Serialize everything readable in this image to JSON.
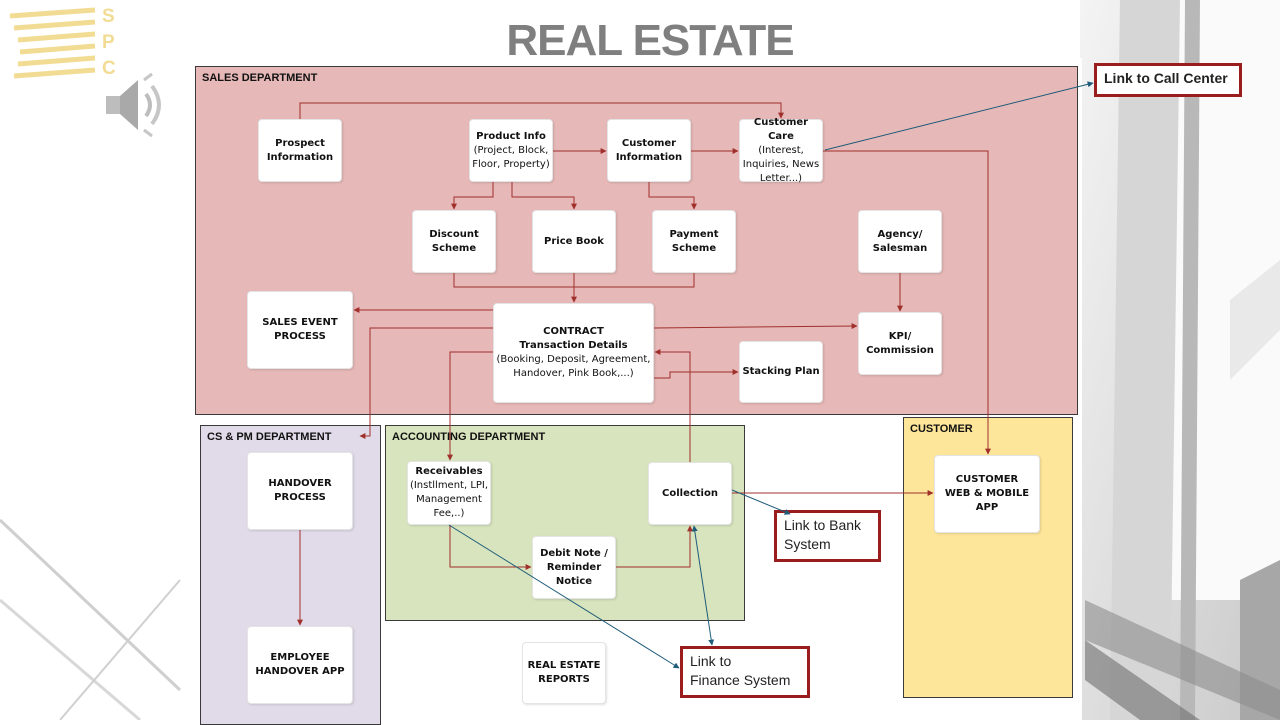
{
  "title": "REAL ESTATE",
  "logo": {
    "letters": [
      "S",
      "P",
      "C"
    ]
  },
  "colors": {
    "sales": "#e6b8b7",
    "cs_pm": "#e1dbe9",
    "accounting": "#d7e4bd",
    "customer": "#fde69a",
    "flow_arrow": "#a0302c",
    "link_arrow": "#1f5c7a",
    "external_border": "#9b1c1c"
  },
  "departments": {
    "sales": "SALES DEPARTMENT",
    "cs_pm": "CS & PM DEPARTMENT",
    "accounting": "ACCOUNTING DEPARTMENT",
    "customer": "CUSTOMER"
  },
  "nodes": {
    "prospect": {
      "title": [
        "Prospect",
        "Information"
      ]
    },
    "product": {
      "title": [
        "Product Info"
      ],
      "sub": [
        "(Project, Block,",
        "Floor, Property)"
      ]
    },
    "customer_info": {
      "title": [
        "Customer",
        "Information"
      ]
    },
    "customer_care": {
      "title": [
        "Customer Care"
      ],
      "sub": [
        "(Interest,",
        "Inquiries, News",
        "Letter...)"
      ]
    },
    "discount": {
      "title": [
        "Discount",
        "Scheme"
      ]
    },
    "price_book": {
      "title": [
        "Price Book"
      ]
    },
    "payment": {
      "title": [
        "Payment",
        "Scheme"
      ]
    },
    "agency": {
      "title": [
        "Agency/",
        "Salesman"
      ]
    },
    "sales_event": {
      "title": [
        "SALES EVENT",
        "PROCESS"
      ]
    },
    "contract": {
      "title": [
        "CONTRACT",
        "Transaction Details"
      ],
      "sub": [
        "(Booking, Deposit, Agreement,",
        "Handover, Pink Book,...)"
      ]
    },
    "stacking": {
      "title": [
        "Stacking Plan"
      ]
    },
    "kpi": {
      "title": [
        "KPI/",
        "Commission"
      ]
    },
    "handover": {
      "title": [
        "HANDOVER",
        "PROCESS"
      ]
    },
    "employee_app": {
      "title": [
        "EMPLOYEE",
        "HANDOVER APP"
      ]
    },
    "receivables": {
      "title": [
        "Receivables"
      ],
      "sub": [
        "(Instllment, LPI,",
        "Management",
        "Fee,..)"
      ]
    },
    "collection": {
      "title": [
        "Collection"
      ]
    },
    "debit_note": {
      "title": [
        "Debit Note /",
        "Reminder",
        "Notice"
      ]
    },
    "reports": {
      "title": [
        "REAL ESTATE",
        "REPORTS"
      ]
    },
    "customer_app": {
      "title": [
        "CUSTOMER",
        "WEB & MOBILE APP"
      ]
    }
  },
  "external_links": {
    "call_center": [
      "Link to Call Center"
    ],
    "bank": [
      "Link to Bank",
      "System"
    ],
    "finance": [
      "Link to",
      "Finance System"
    ]
  }
}
